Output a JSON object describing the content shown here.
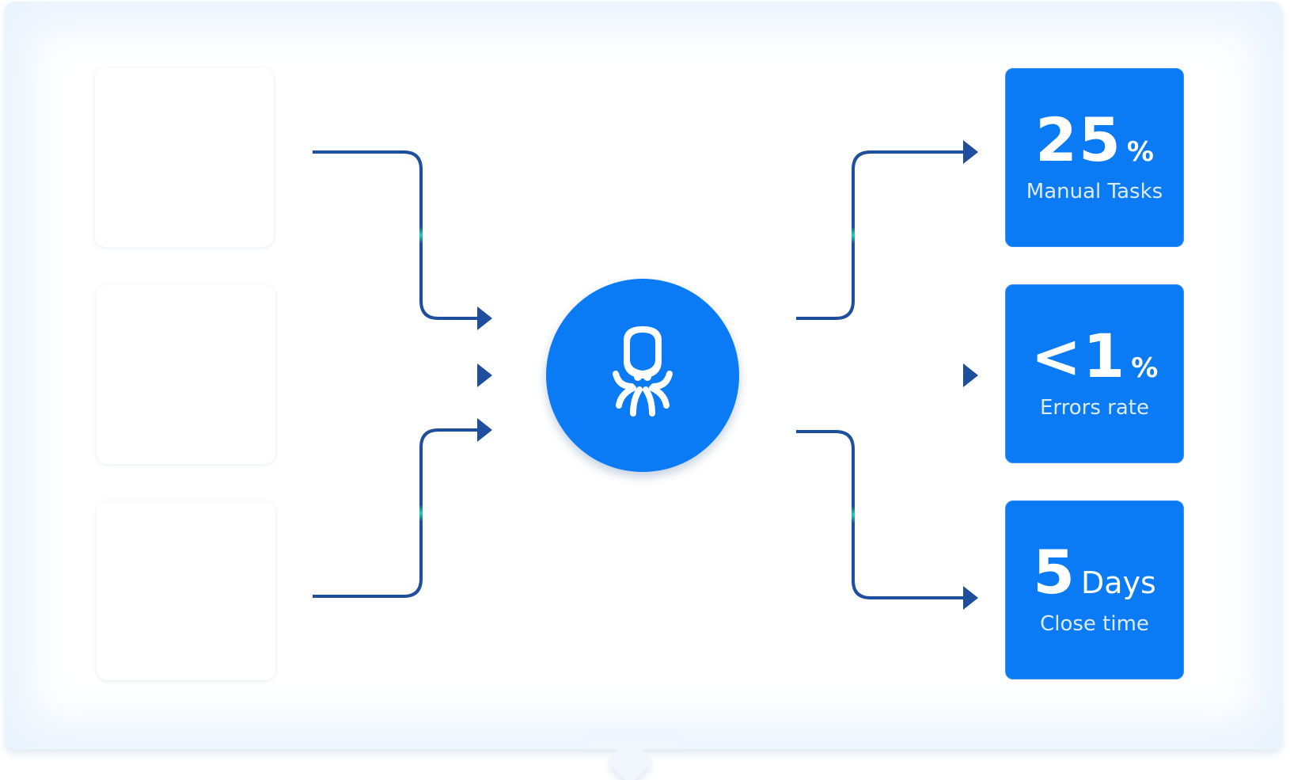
{
  "colors": {
    "accent": "#0a7bf5",
    "arrow": "#1d4f9e",
    "arrow_glow": "#22d3b0",
    "panel_glow": "#eaf3fe"
  },
  "hub": {
    "icon": "octopus-icon"
  },
  "metrics": [
    {
      "value": "25",
      "unit": "%",
      "label": "Manual Tasks"
    },
    {
      "value": "<1",
      "unit": "%",
      "label": "Errors rate"
    },
    {
      "value": "5",
      "unit": "Days",
      "label": "Close time"
    }
  ]
}
